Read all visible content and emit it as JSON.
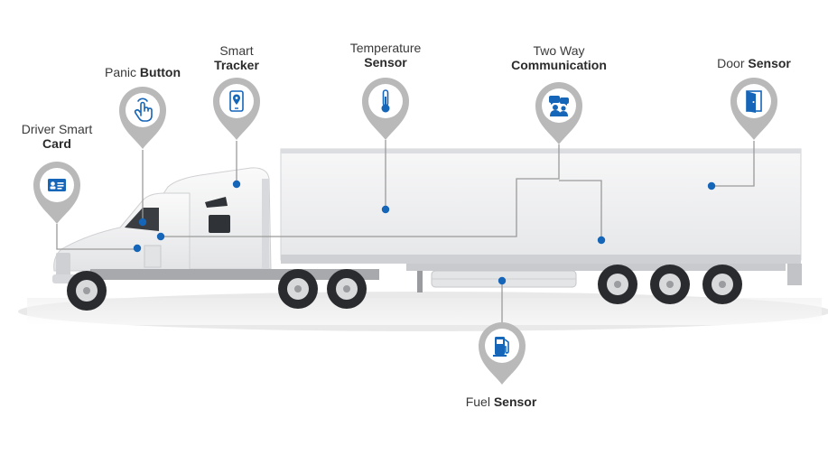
{
  "colors": {
    "accent": "#1565b8",
    "pin": "#b9b9b9",
    "pin_inner": "#ffffff",
    "leader": "#9a9a9a",
    "truck_body": "#f2f2f3",
    "truck_shadow": "#d9dadc",
    "tire": "#2a2b2e",
    "text": "#3a3a3a"
  },
  "sensors": [
    {
      "id": "driver-card",
      "light": "Driver Smart",
      "bold": "Card",
      "icon": "id-card-icon"
    },
    {
      "id": "panic-button",
      "light": "Panic",
      "bold": "Button",
      "icon": "touch-hand-icon"
    },
    {
      "id": "smart-tracker",
      "light": "Smart",
      "bold": "Tracker",
      "icon": "smartphone-location-icon"
    },
    {
      "id": "temperature-sensor",
      "light": "Temperature",
      "bold": "Sensor",
      "icon": "thermometer-icon"
    },
    {
      "id": "two-way-communication",
      "light": "Two Way",
      "bold": "Communication",
      "icon": "chat-people-icon"
    },
    {
      "id": "door-sensor",
      "light": "Door",
      "bold": "Sensor",
      "icon": "door-icon"
    },
    {
      "id": "fuel-sensor",
      "light": "Fuel",
      "bold": "Sensor",
      "icon": "fuel-pump-icon"
    }
  ]
}
